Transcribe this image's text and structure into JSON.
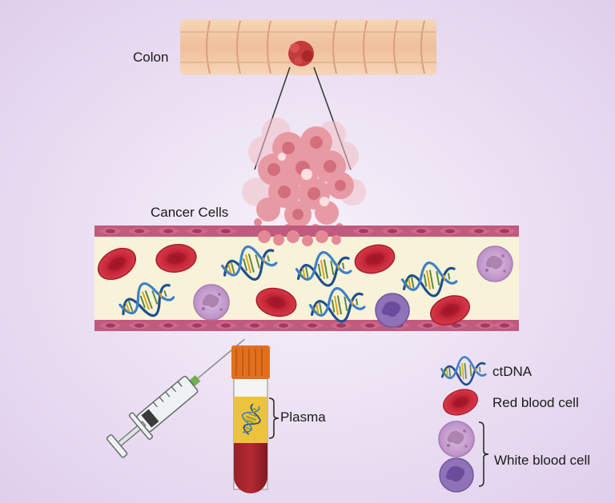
{
  "labels": {
    "colon": "Colon",
    "cancer_cells": "Cancer Cells",
    "plasma": "Plasma"
  },
  "legend": {
    "ctdna": "ctDNA",
    "red_blood_cell": "Red blood cell",
    "white_blood_cell": "White blood cell"
  },
  "colors": {
    "background_center": "#f7f2fa",
    "background_edge": "#e2d2ee",
    "vessel_fill": "#f8f3d8",
    "vessel_wall": "#b84c70",
    "red_blood_cell": "#c8283a",
    "white_blood_cell": "#c9a3cf",
    "ctdna_strand": "#1f4f8f",
    "tumor": "#e89aa4",
    "colon": "#f2c8a8",
    "plasma": "#ecc33a",
    "blood_tube": "#8e1a22",
    "cap": "#e0701f"
  }
}
